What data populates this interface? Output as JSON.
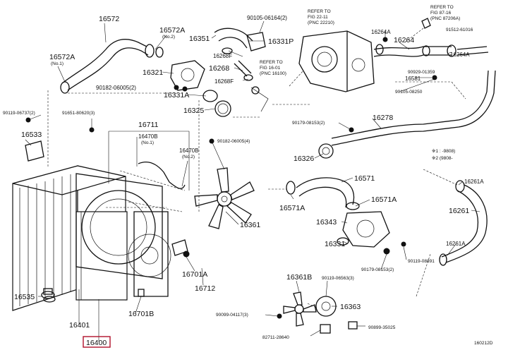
{
  "labels": {
    "p16572": "16572",
    "p16572A_top": "16572A",
    "p16572A_top_no": "(No.2)",
    "p16572A_left": "16572A",
    "p16572A_left_no": "(No.1)",
    "p16321": "16321",
    "b90182_06005_a": "90182-06005(2)",
    "p16331A": "16331A",
    "p16325": "16325",
    "p16351": "16351",
    "p16268F_a": "16268F",
    "p16268": "16268",
    "p16268F_b": "16268F",
    "b90105_06164": "90105-06164(2)",
    "p16331P": "16331P",
    "ref_fig16_l1": "REFER TO",
    "ref_fig16_l2": "FIG 16-01",
    "ref_fig16_l3": "(PNC 16100)",
    "ref_fig22_l1": "REFER TO",
    "ref_fig22_l2": "FIG 22-11",
    "ref_fig22_l3": "(PNC 22210)",
    "ref_fig87_l1": "REFER TO",
    "ref_fig87_l2": "FIG 87-16",
    "ref_fig87_l3": "(PNC 87206A)",
    "p16264A_a": "16264A",
    "p16264": "16264",
    "b91512_61016": "91512-61016",
    "p16264A_b": "16264A",
    "note1_code": "90929-01359",
    "p16581": "16581",
    "b90105_08250": "90105-08250",
    "b90119_06737": "90119-06737(2)",
    "p16533": "16533",
    "b91651_80620": "91651-80620(3)",
    "p16711": "16711",
    "p16470B_a": "16470B",
    "p16470B_a_no": "(No.1)",
    "p16470B_b": "16470B",
    "p16470B_b_no": "(No.2)",
    "b90182_06005_b": "90182-06005(4)",
    "p16361": "16361",
    "b90179_08153_a": "90179-08153(2)",
    "p16278": "16278",
    "p16326": "16326",
    "note_r1": "※1 :      -9808)",
    "note_r2": "※2 (9808-",
    "p16571": "16571",
    "p16571A_a": "16571A",
    "p16571A_b": "16571A",
    "p16343": "16343",
    "p16331": "16331",
    "p16261A_a": "16261A",
    "p16261": "16261",
    "p16261A_b": "16261A",
    "b90119_08891": "90119-08891",
    "b90179_08153_b": "90179-08153(2)",
    "p16701A": "16701A",
    "p16712": "16712",
    "p16535": "16535",
    "p16701B": "16701B",
    "p16361B": "16361B",
    "b90119_06563": "90119-06563(3)",
    "p16363": "16363",
    "b90099_04117": "90099-04117(3)",
    "b90899_35025": "90899-35025",
    "b82711_28640": "82711-28640",
    "p16401": "16401",
    "p16400": "16400",
    "fig_id": "160212D"
  },
  "colors": {
    "ink": "#111111",
    "highlight": "#b0102a",
    "paper": "#ffffff"
  }
}
